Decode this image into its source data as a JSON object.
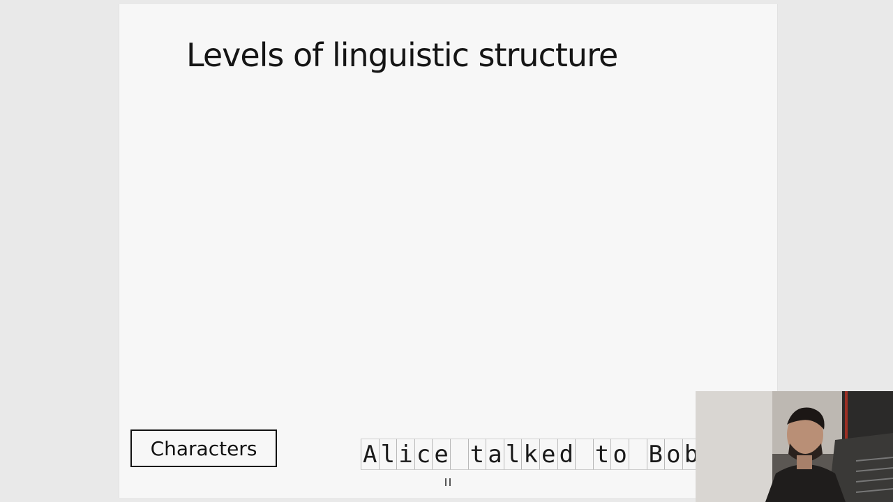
{
  "slide": {
    "title": "Levels of linguistic structure",
    "level_label": "Characters",
    "characters": [
      "A",
      "l",
      "i",
      "c",
      "e",
      " ",
      "t",
      "a",
      "l",
      "k",
      "e",
      "d",
      " ",
      "t",
      "o",
      " ",
      "B",
      "o",
      "b"
    ]
  },
  "player": {
    "control_icon": "pause-icon"
  },
  "webcam": {
    "content": "presenter-video"
  }
}
